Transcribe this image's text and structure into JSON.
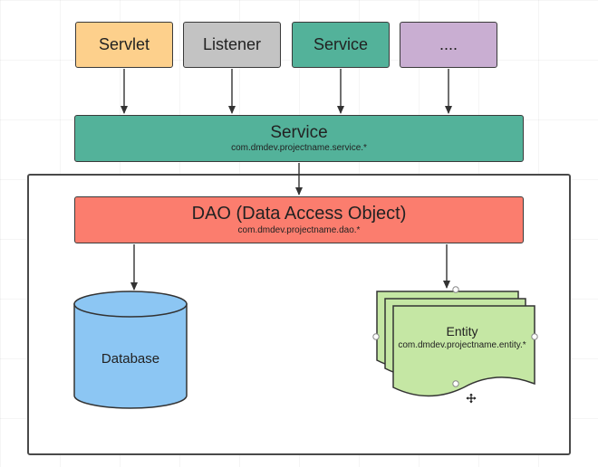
{
  "colors": {
    "servlet": "#fdd08c",
    "listener": "#c3c3c3",
    "service": "#53b29a",
    "more": "#c9aed2",
    "dao": "#fb7d6e",
    "database": "#8cc6f3",
    "entity": "#c5e7a4"
  },
  "top_row": {
    "servlet": "Servlet",
    "listener": "Listener",
    "service": "Service",
    "more": "...."
  },
  "service_layer": {
    "title": "Service",
    "package": "com.dmdev.projectname.service.*"
  },
  "dao_layer": {
    "title": "DAO (Data Access Object)",
    "package": "com.dmdev.projectname.dao.*"
  },
  "database": {
    "label": "Database"
  },
  "entity": {
    "title": "Entity",
    "package": "com.dmdev.projectname.entity.*"
  }
}
